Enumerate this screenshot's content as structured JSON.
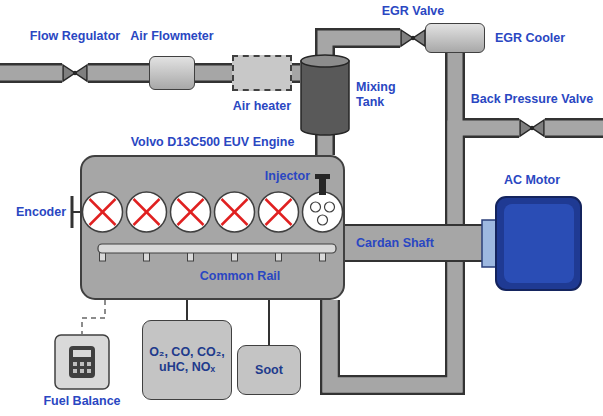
{
  "diagram": {
    "nodes": [
      {
        "text": [
          "EGR Valve"
        ]
      },
      {
        "text": [
          "EGR Cooler"
        ]
      },
      {
        "text": [
          "Flow Regulator"
        ]
      },
      {
        "text": [
          "Air Flowmeter"
        ]
      },
      {
        "text": [
          "Back Pressure Valve"
        ]
      },
      {
        "text": [
          "Mixing Tank"
        ]
      },
      {
        "text": [
          "Air heater"
        ]
      },
      {
        "text": [
          "Volvo D13C500 EUV Engine"
        ]
      },
      {
        "text": [
          "AC Motor"
        ]
      },
      {
        "text": [
          "O₂, CO, CO₂, uHC, NOₓ"
        ]
      },
      {
        "text": [
          "Soot"
        ]
      },
      {
        "text": [
          "Fuel Balance"
        ]
      }
    ],
    "edges": [
      {
        "from": 2,
        "to": 3,
        "arrow": "none"
      },
      {
        "from": 3,
        "to": 6,
        "arrow": "none"
      },
      {
        "from": 6,
        "to": 5,
        "arrow": "none"
      },
      {
        "from": 1,
        "to": 0,
        "arrow": "none"
      },
      {
        "from": 0,
        "to": 5,
        "arrow": "none"
      },
      {
        "from": 5,
        "to": 7,
        "arrow": "none"
      },
      {
        "from": 7,
        "to": 1,
        "arrow": "none"
      },
      {
        "from": 7,
        "to": 4,
        "arrow": "none"
      },
      {
        "from": 7,
        "to": 8,
        "label": "Cardan Shaft",
        "arrow": "none"
      },
      {
        "from": 7,
        "to": 9,
        "arrow": "none"
      },
      {
        "from": 7,
        "to": 10,
        "arrow": "none"
      },
      {
        "from": 7,
        "to": 11,
        "arrow": "none"
      }
    ],
    "labels": [
      "Injector",
      "Encoder",
      "Common Rail"
    ]
  }
}
